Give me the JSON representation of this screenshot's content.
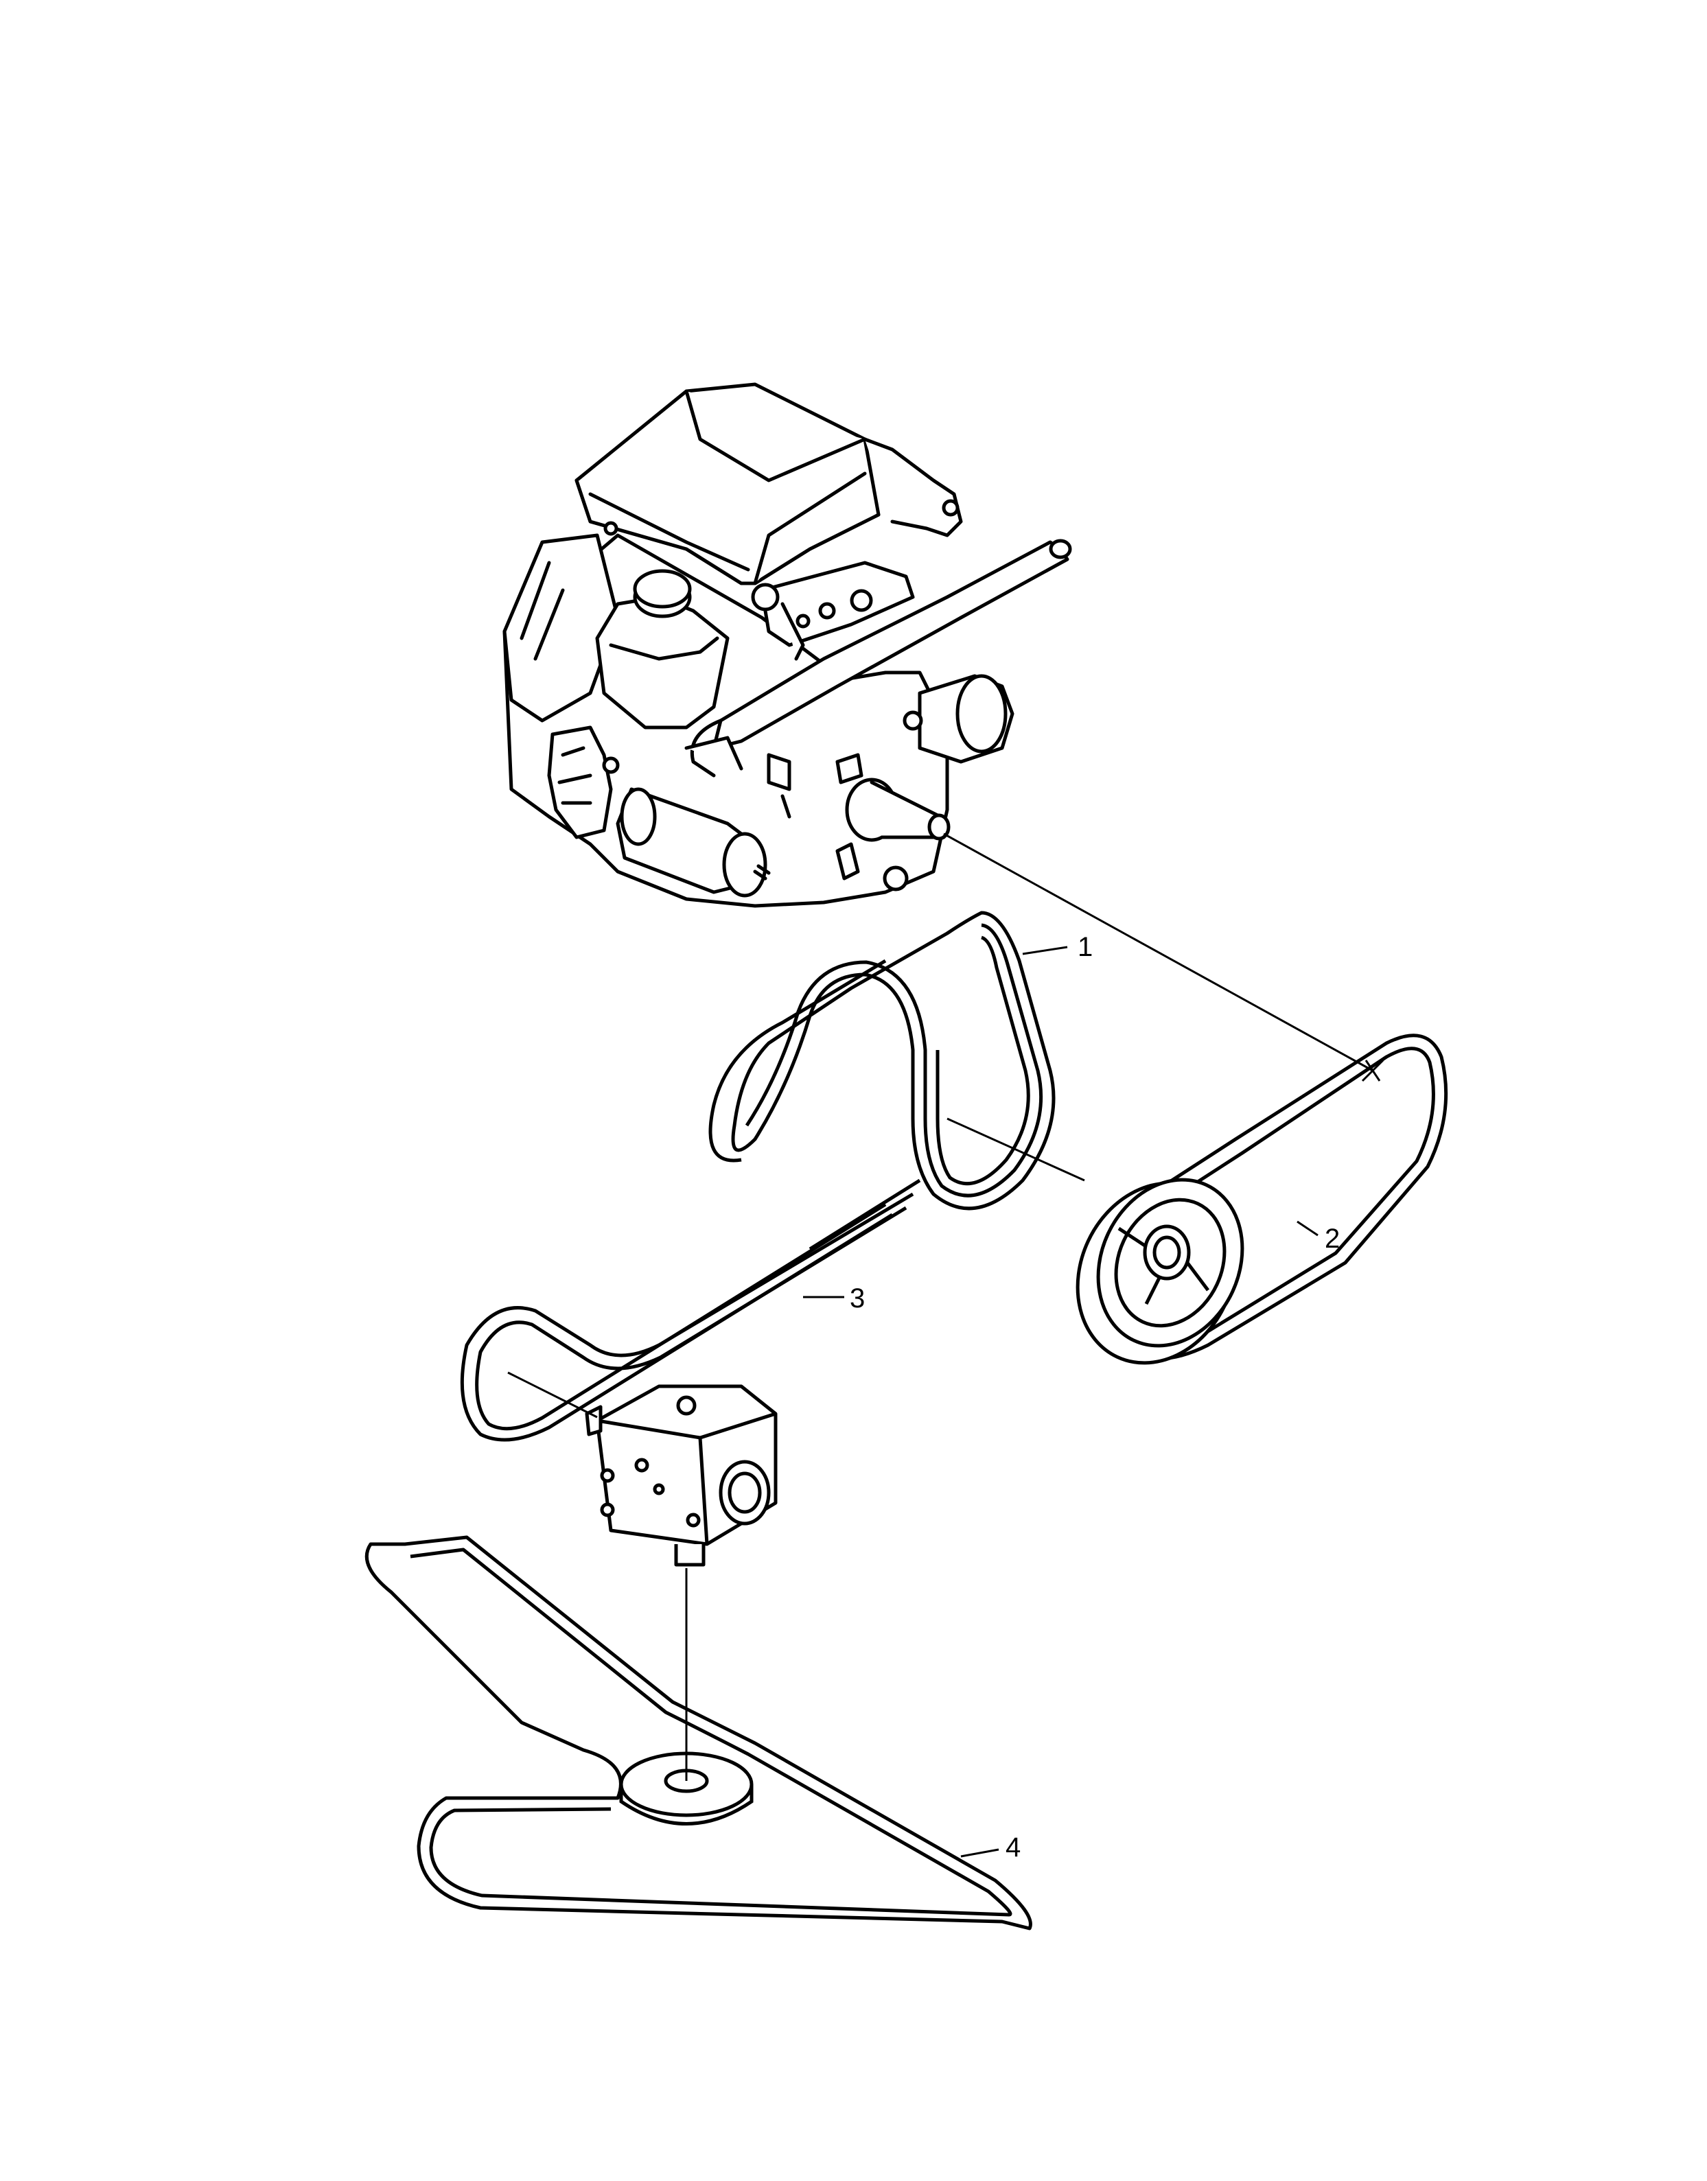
{
  "diagram": {
    "callouts": [
      {
        "number": "1",
        "part": "belt"
      },
      {
        "number": "2",
        "part": "belt"
      },
      {
        "number": "3",
        "part": "belt"
      },
      {
        "number": "4",
        "part": "belt"
      }
    ],
    "colors": {
      "ink": "#000000",
      "paper": "#ffffff"
    }
  }
}
